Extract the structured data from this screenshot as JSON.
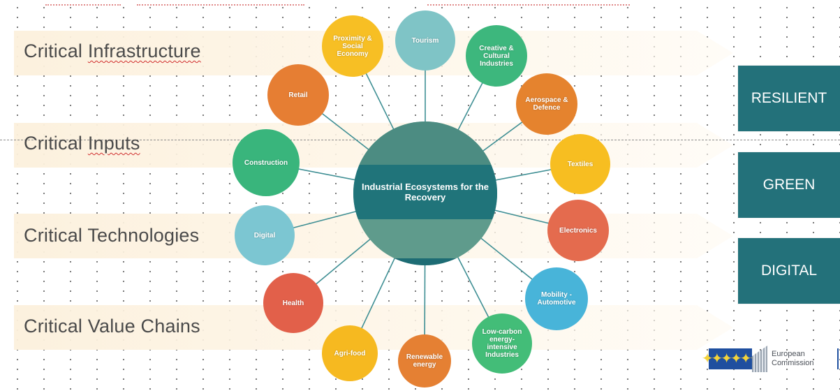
{
  "bands": [
    {
      "id": "infrastructure",
      "label": "Critical Infrastructure",
      "spell_flagged": "Infrastructure"
    },
    {
      "id": "inputs",
      "label": "Critical Inputs",
      "spell_flagged": "Inputs"
    },
    {
      "id": "technologies",
      "label": "Critical Technologies"
    },
    {
      "id": "value-chains",
      "label": "Critical Value Chains"
    }
  ],
  "hub": {
    "label": "Industrial Ecosystems for the Recovery"
  },
  "ecosystems": [
    {
      "label": "Tourism",
      "color": "#7fc4c6"
    },
    {
      "label": "Creative & Cultural Industries",
      "color": "#3db77d"
    },
    {
      "label": "Aerospace & Defence",
      "color": "#e5832e"
    },
    {
      "label": "Textiles",
      "color": "#f7be21"
    },
    {
      "label": "Electronics",
      "color": "#e46b4e"
    },
    {
      "label": "Mobility - Automotive",
      "color": "#48b4d9"
    },
    {
      "label": "Low-carbon energy-intensive Industries",
      "color": "#43bd78"
    },
    {
      "label": "Renewable energy",
      "color": "#e58033"
    },
    {
      "label": "Agri-food",
      "color": "#f6b920"
    },
    {
      "label": "Health",
      "color": "#e2604a"
    },
    {
      "label": "Digital",
      "color": "#7cc6d2"
    },
    {
      "label": "Construction",
      "color": "#39b57c"
    },
    {
      "label": "Retail",
      "color": "#e67e33"
    },
    {
      "label": "Proximity & Social Economy",
      "color": "#f7bf24"
    }
  ],
  "targets": [
    {
      "id": "resilient",
      "label": "RESILIENT"
    },
    {
      "id": "green",
      "label": "GREEN"
    },
    {
      "id": "digital",
      "label": "DIGITAL"
    }
  ],
  "logo": {
    "line1": "European",
    "line2": "Commission",
    "flag_stars": "✦✦✦✦✦✦"
  },
  "colors": {
    "teal": "#23717a",
    "arrow_fill": "#fcf0dc",
    "spoke": "#3f8f94"
  }
}
